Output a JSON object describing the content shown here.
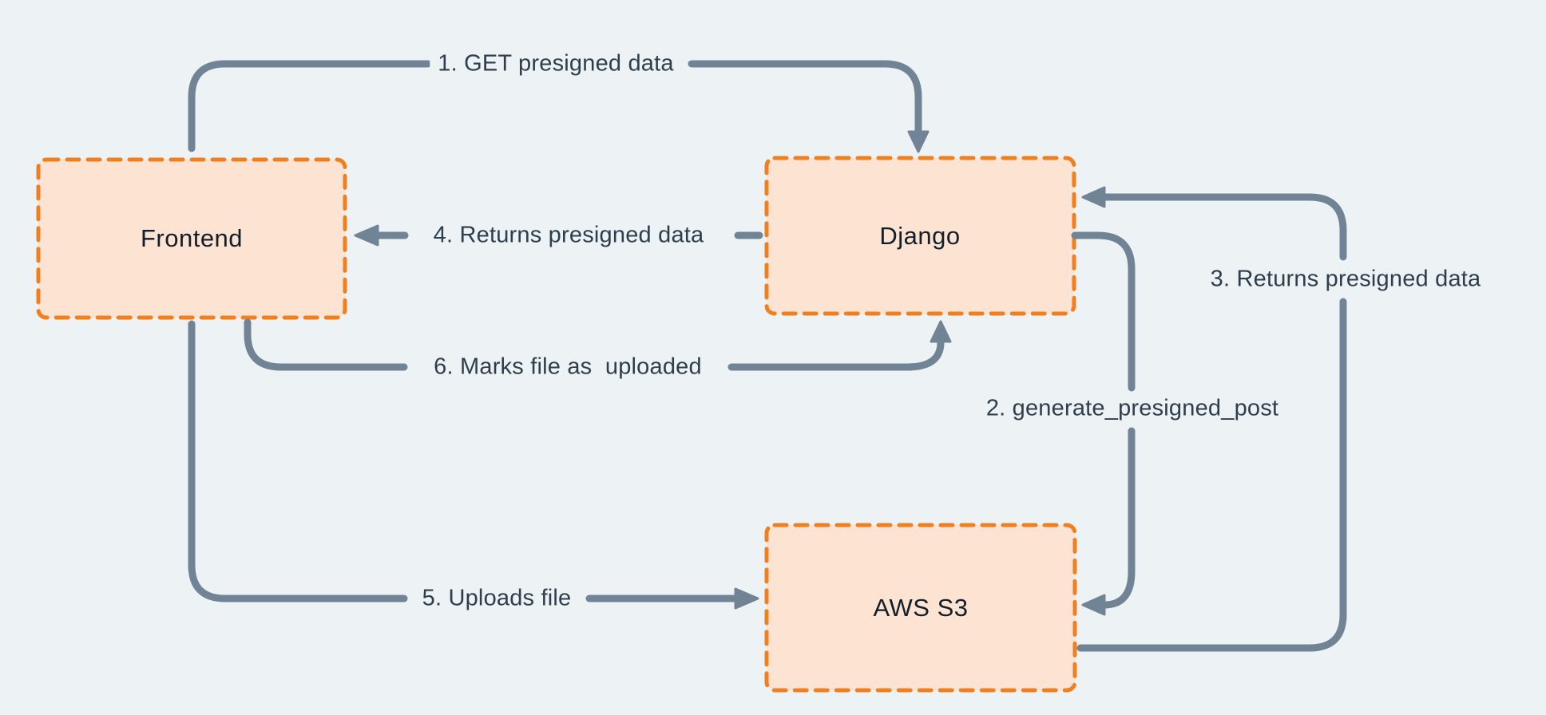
{
  "diagram": {
    "background_color": "#edf2f5",
    "node_fill_color": "#fce3d2",
    "node_border_color": "#f0801f",
    "edge_color": "#718496",
    "nodes": [
      {
        "id": "frontend",
        "label": "Frontend"
      },
      {
        "id": "django",
        "label": "Django"
      },
      {
        "id": "aws-s3",
        "label": "AWS S3"
      }
    ],
    "edges": [
      {
        "step": "1",
        "label": "1. GET presigned data",
        "from": "frontend",
        "to": "django"
      },
      {
        "step": "2",
        "label": "2. generate_presigned_post",
        "from": "django",
        "to": "aws-s3"
      },
      {
        "step": "3",
        "label": "3. Returns presigned data",
        "from": "aws-s3",
        "to": "django"
      },
      {
        "step": "4",
        "label": "4. Returns presigned data",
        "from": "django",
        "to": "frontend"
      },
      {
        "step": "5",
        "label": "5. Uploads file",
        "from": "frontend",
        "to": "aws-s3"
      },
      {
        "step": "6",
        "label": "6. Marks file as  uploaded",
        "from": "frontend",
        "to": "django"
      }
    ]
  }
}
